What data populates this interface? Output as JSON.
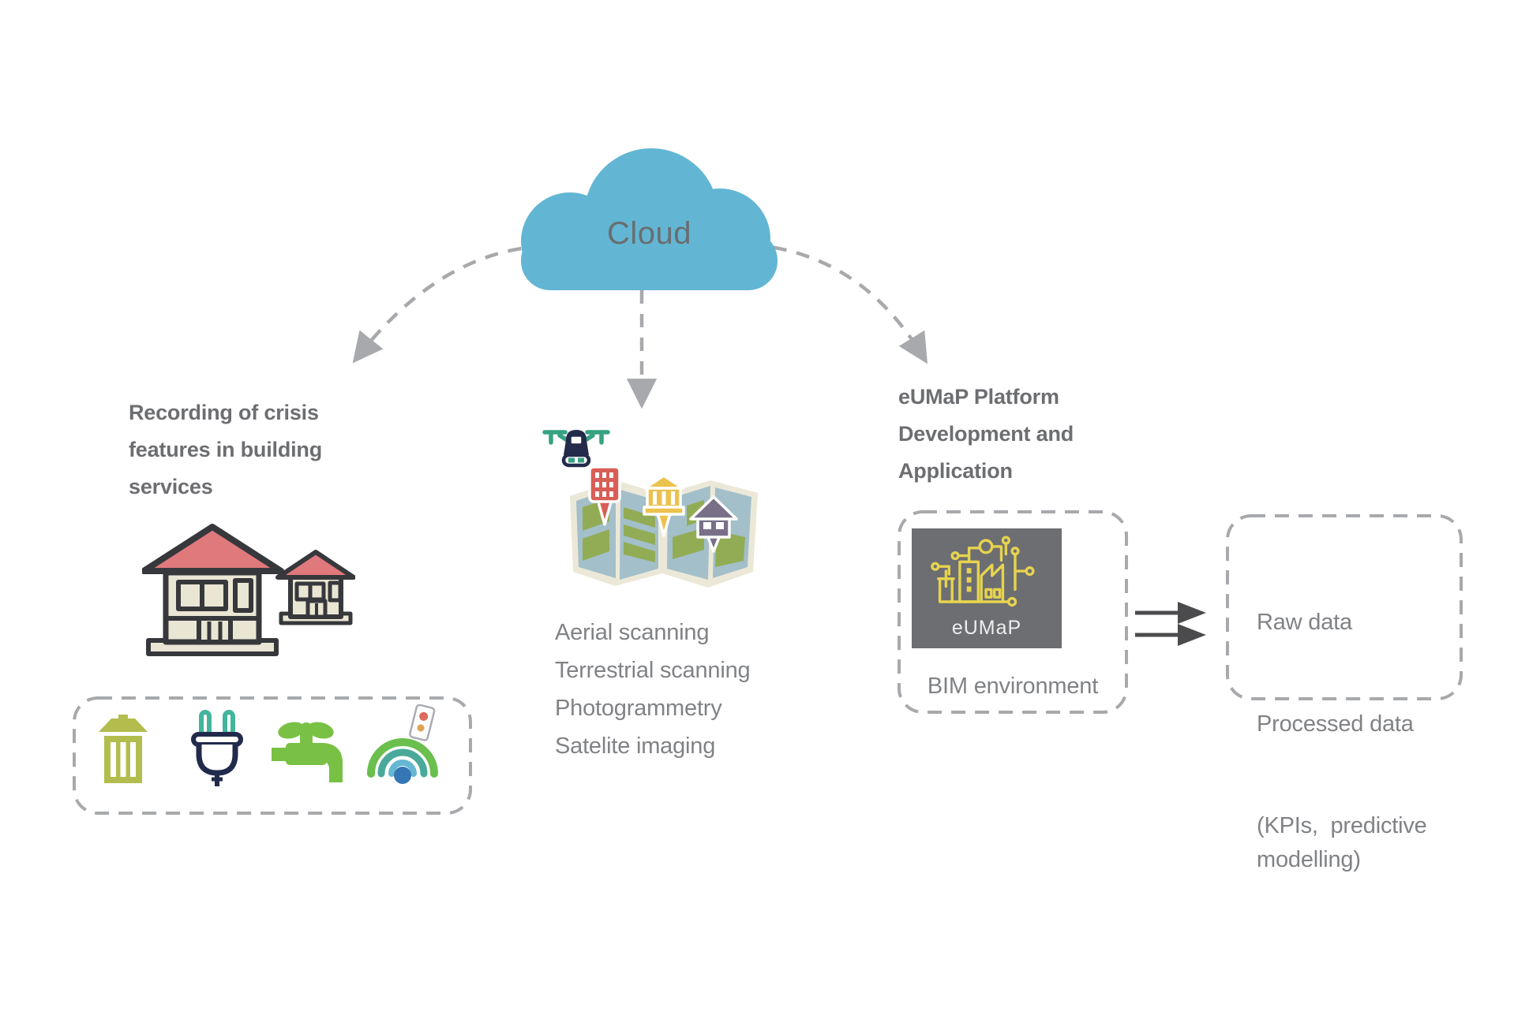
{
  "cloud": {
    "label": "Cloud"
  },
  "left_branch": {
    "title": "Recording of crisis features in building services",
    "icons": [
      "houses",
      "trash-bin",
      "power-plug",
      "water-faucet",
      "wifi-signal"
    ]
  },
  "middle_branch": {
    "icons": [
      "drone",
      "city-map"
    ],
    "items": [
      "Aerial scanning",
      "Terrestrial scanning",
      "Photogrammetry",
      "Satelite imaging"
    ]
  },
  "right_branch": {
    "title": "eUMaP Platform Development and Application",
    "bim_box": {
      "logo_text": "eUMaP",
      "label": "BIM environment"
    },
    "output_box": {
      "lines": [
        "Raw data",
        "Processed data",
        "(KPIs,  predictive modelling)"
      ]
    }
  },
  "colors": {
    "cloud_fill": "#62b6d3",
    "heading_text": "#6d6e71",
    "body_text": "#808285",
    "dashed_line": "#a7a9ac",
    "double_arrow": "#4b4b4d",
    "bim_square_fill": "#6d6e71",
    "logo_yellow": "#e6d34f",
    "house_roof": "#e0797c",
    "house_wall": "#eae6d4",
    "icon_olive": "#b3bd4e",
    "icon_green": "#79c145",
    "icon_navy": "#222a4c",
    "icon_teal": "#43b59c",
    "map_blue": "#a3bfc9",
    "map_green": "#92ac55",
    "pin_red": "#d95e55",
    "pin_yellow": "#ecc24e",
    "pin_purple": "#797088",
    "wifi_dot_blue": "#3577b5"
  }
}
